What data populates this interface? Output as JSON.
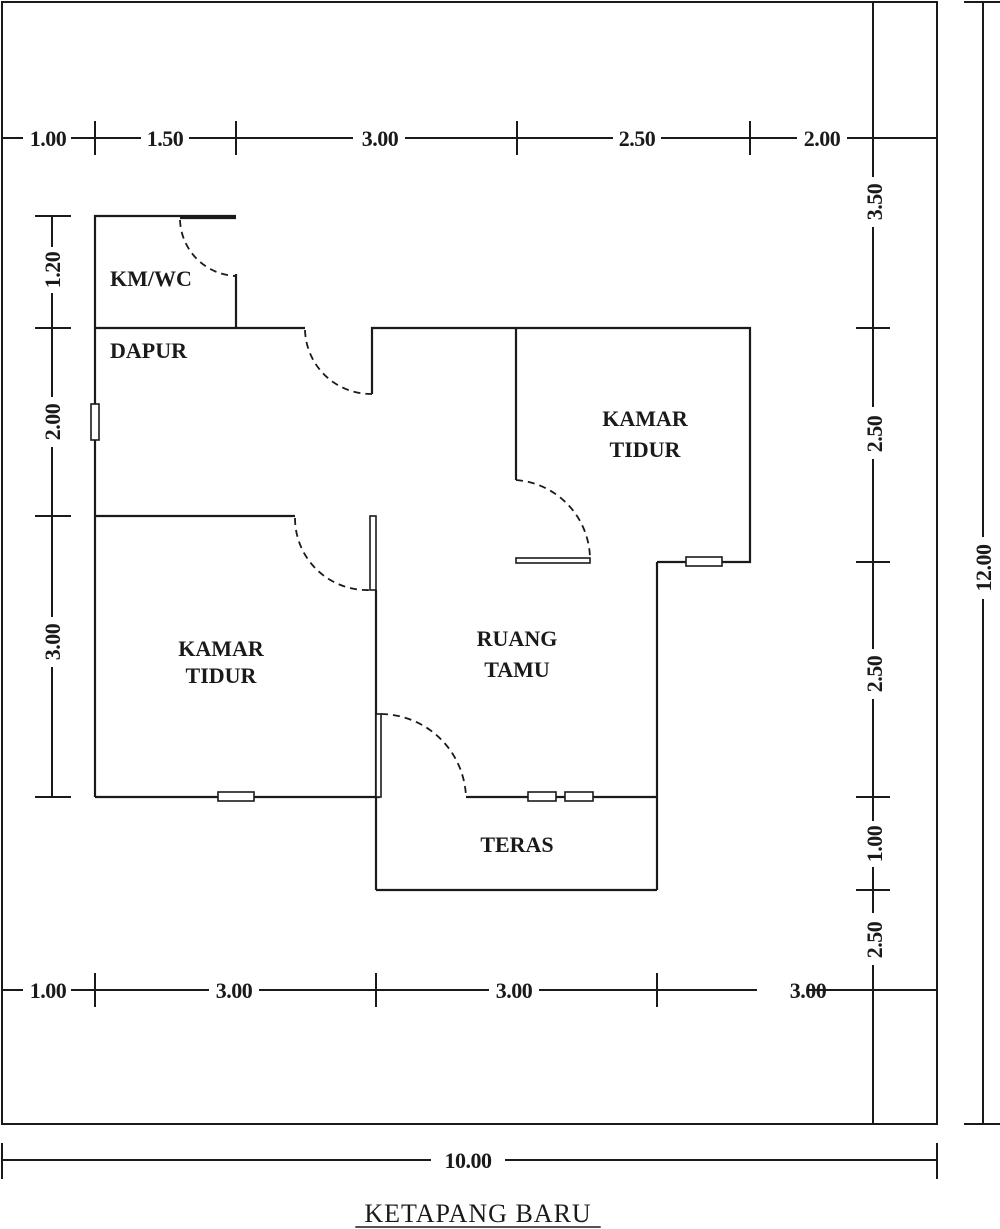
{
  "rooms": {
    "kmwc": "KM/WC",
    "dapur": "DAPUR",
    "kamar_tidur_right_1": "KAMAR",
    "kamar_tidur_right_2": "TIDUR",
    "kamar_tidur_left_1": "KAMAR",
    "kamar_tidur_left_2": "TIDUR",
    "ruang_tamu_1": "RUANG",
    "ruang_tamu_2": "TAMU",
    "teras": "TERAS"
  },
  "dimensions": {
    "top": [
      "1.00",
      "1.50",
      "3.00",
      "2.50",
      "2.00"
    ],
    "bottom": [
      "1.00",
      "3.00",
      "3.00",
      "3.00"
    ],
    "left": [
      "1.20",
      "2.00",
      "3.00"
    ],
    "right": [
      "3.50",
      "2.50",
      "2.50",
      "1.00",
      "2.50"
    ],
    "overall_width": "10.00",
    "overall_height": "12.00"
  },
  "title": "KETAPANG BARU"
}
